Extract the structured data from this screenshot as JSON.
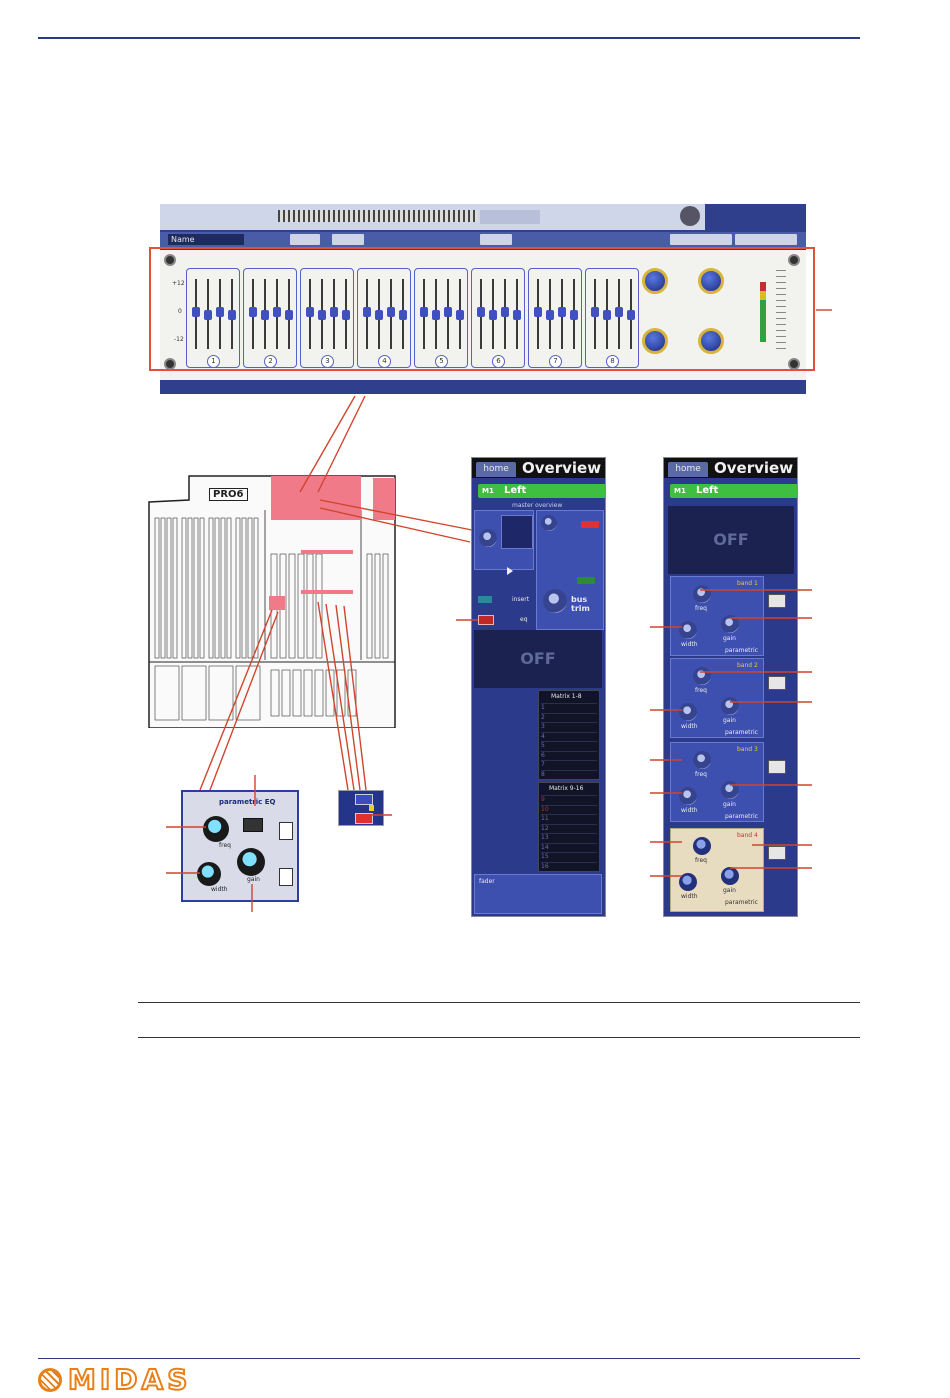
{
  "geq": {
    "preset_field": "Name",
    "scale_top": "+12",
    "scale_mid": "0",
    "scale_bot": "-12",
    "band_numbers": [
      "1",
      "2",
      "3",
      "4",
      "5",
      "6",
      "7",
      "8"
    ]
  },
  "console": {
    "logo": "PRO6"
  },
  "param_eq": {
    "title": "parametric EQ",
    "freq_label": "freq",
    "width_label": "width",
    "gain_label": "gain"
  },
  "overview_left": {
    "home_tab": "home",
    "title": "Overview",
    "channel_id": "M1",
    "channel_name": "Left",
    "section_label": "master overview",
    "bus_trim_label": "bus trim",
    "insert_label": "insert",
    "eq_label": "eq",
    "off_text": "OFF",
    "matrix_1_8": "Matrix 1-8",
    "matrix_9_16": "Matrix 9-16",
    "matrix_rows_a": [
      "1",
      "2",
      "3",
      "4",
      "5",
      "6",
      "7",
      "8"
    ],
    "matrix_rows_b": [
      "9",
      "10",
      "11",
      "12",
      "13",
      "14",
      "15",
      "16"
    ],
    "fader_label": "fader"
  },
  "overview_right": {
    "home_tab": "home",
    "title": "Overview",
    "channel_id": "M1",
    "channel_name": "Left",
    "off_text": "OFF",
    "band_labels": [
      "band 1",
      "band 2",
      "band 3",
      "band 4"
    ],
    "freq_label": "freq",
    "width_label": "width",
    "gain_label": "gain",
    "parametric_label": "parametric"
  },
  "colors": {
    "rule": "#2c3a80",
    "highlight_red": "#e0503c",
    "pink_zone": "#f07a88",
    "panel_blue": "#2b3a8a",
    "name_green": "#3fbf3f",
    "logo_orange": "#e8801a"
  },
  "footer": {
    "logo_text": "MIDAS"
  }
}
